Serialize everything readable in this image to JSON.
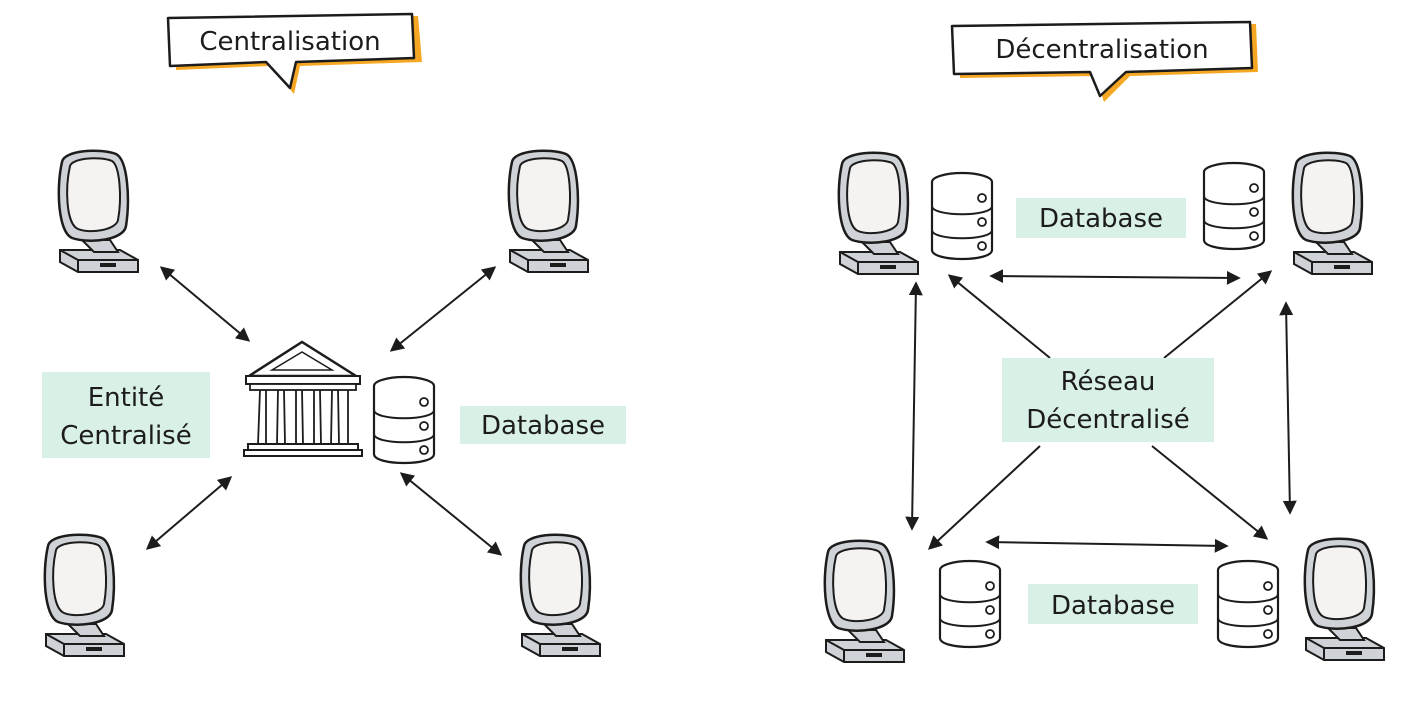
{
  "left": {
    "title": "Centralisation",
    "entity_label": [
      "Entité",
      "Centralisé"
    ],
    "database_label": "Database"
  },
  "right": {
    "title": "Décentralisation",
    "network_label": [
      "Réseau",
      "Décentralisé"
    ],
    "database_label_top": "Database",
    "database_label_bottom": "Database"
  },
  "colors": {
    "ink": "#1c1c1c",
    "accent": "#f5a623",
    "label_bg": "#d9f0e6",
    "screen": "#f4f3f1",
    "device": "#cfd2d6"
  }
}
